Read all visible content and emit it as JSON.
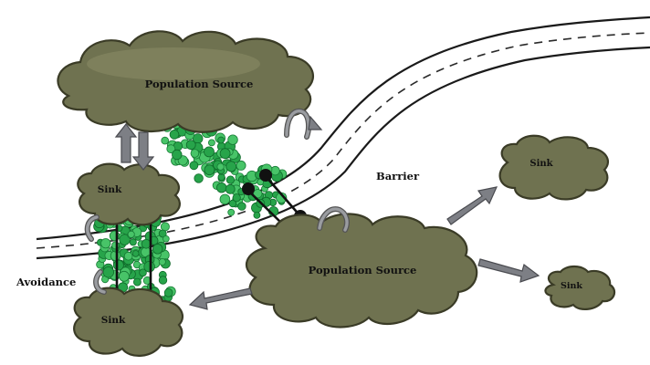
{
  "labels": {
    "source_top": "Population Source",
    "source_bottom": "Population Source",
    "sink_left_top": "Sink",
    "sink_left_bottom": "Sink",
    "sink_right_top": "Sink",
    "sink_right_bottom": "Sink",
    "barrier": "Barrier",
    "avoidance": "Avoidance"
  },
  "colors": {
    "cloud_fill": "#6f7250",
    "vegetation": "#27a44a",
    "arrow": "#7d7f85",
    "road": "#1a1a1a"
  }
}
